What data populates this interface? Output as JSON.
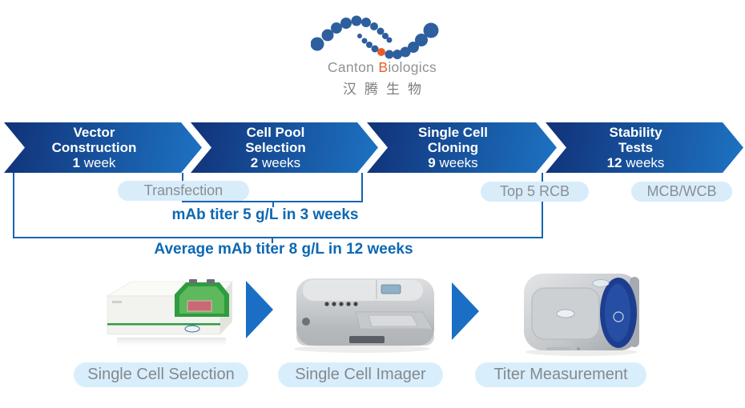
{
  "logo": {
    "brand_part1": "Canton ",
    "brand_accent": "B",
    "brand_part2": "iologics",
    "brand_chinese": "汉腾生物",
    "dot_color": "#2d5f9f",
    "accent_color": "#e85f26"
  },
  "process": {
    "arrow_gradient_start": "#113278",
    "arrow_gradient_end": "#1d73c3",
    "bracket_color": "#1465b2",
    "stages": [
      {
        "line1": "Vector",
        "line2": "Construction",
        "num": "1",
        "unit": " week"
      },
      {
        "line1": "Cell Pool",
        "line2": "Selection",
        "num": "2",
        "unit": " weeks"
      },
      {
        "line1": "Single Cell",
        "line2": "Cloning",
        "num": "9",
        "unit": " weeks"
      },
      {
        "line1": "Stability",
        "line2": "Tests",
        "num": "12",
        "unit": " weeks"
      }
    ],
    "milestones": [
      {
        "label": "Transfection"
      },
      {
        "label": "Top 5 RCB"
      },
      {
        "label": "MCB/WCB"
      }
    ],
    "annotations": [
      {
        "text": "mAb titer 5 g/L in 3 weeks"
      },
      {
        "text": "Average mAb titer 8 g/L in 12 weeks"
      }
    ]
  },
  "equipment": {
    "items": [
      {
        "label": "Single Cell Selection"
      },
      {
        "label": "Single Cell Imager"
      },
      {
        "label": "Titer Measurement"
      }
    ]
  }
}
